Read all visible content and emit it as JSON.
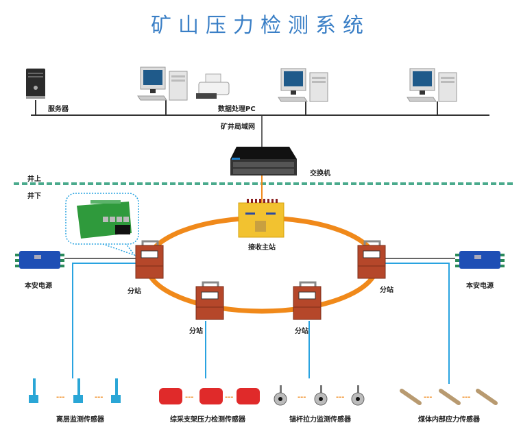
{
  "title": "矿山压力检测系统",
  "surface": {
    "label_above": "井上",
    "label_below": "井下",
    "network_label": "矿井局域网",
    "switch_label": "交换机",
    "nodes": [
      {
        "type": "server",
        "label": "服务器"
      },
      {
        "type": "pc",
        "label": ""
      },
      {
        "type": "printer",
        "label": "数据处理PC"
      },
      {
        "type": "pc",
        "label": ""
      },
      {
        "type": "pc",
        "label": ""
      }
    ]
  },
  "underground": {
    "main_station_label": "接收主站",
    "substation_label": "分站",
    "power_supply_label": "本安电源",
    "substations_count": 4,
    "sensor_groups": [
      {
        "label": "离层监测传感器",
        "kind": "separation"
      },
      {
        "label": "综采支架压力检测传感器",
        "kind": "support-pressure"
      },
      {
        "label": "锚杆拉力监测传感器",
        "kind": "anchor-tension"
      },
      {
        "label": "煤体内部应力传感器",
        "kind": "coal-stress"
      }
    ],
    "sensor_separator": "---"
  },
  "colors": {
    "title": "#3a7fc6",
    "ring": "#f0891a",
    "fiber": "#29a3e0",
    "divider": "#4aaa8c",
    "substation": "#b5472a",
    "main_station": "#f2c230",
    "power_supply": "#1e4fb5"
  }
}
